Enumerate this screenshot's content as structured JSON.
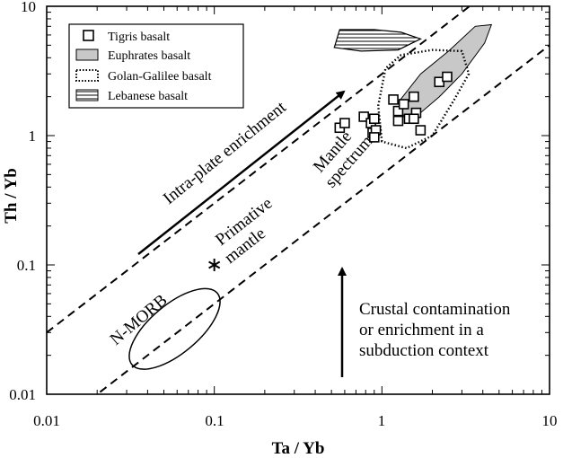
{
  "chart_data": {
    "type": "scatter",
    "xlabel": "Ta / Yb",
    "ylabel": "Th / Yb",
    "xscale": "log",
    "yscale": "log",
    "xlim": [
      0.01,
      10
    ],
    "ylim": [
      0.01,
      10
    ],
    "x_ticks": [
      "0.01",
      "0.1",
      "1",
      "10"
    ],
    "y_ticks": [
      "0.01",
      "0.1",
      "1",
      "10"
    ],
    "legend_position": "top-left",
    "legend": [
      {
        "label": "Tigris basalt",
        "symbol": "open-square"
      },
      {
        "label": "Euphrates basalt",
        "symbol": "gray-fill"
      },
      {
        "label": "Golan-Galilee basalt",
        "symbol": "dotted-outline"
      },
      {
        "label": "Lebanese basalt",
        "symbol": "hatched"
      }
    ],
    "series": [
      {
        "name": "Tigris basalt",
        "points": [
          [
            0.56,
            1.15
          ],
          [
            0.6,
            1.25
          ],
          [
            0.78,
            1.4
          ],
          [
            0.86,
            1.25
          ],
          [
            0.88,
            1.05
          ],
          [
            0.9,
            1.35
          ],
          [
            0.92,
            1.1
          ],
          [
            0.9,
            0.97
          ],
          [
            1.17,
            1.9
          ],
          [
            1.25,
            1.55
          ],
          [
            1.35,
            1.75
          ],
          [
            1.25,
            1.3
          ],
          [
            1.45,
            1.35
          ],
          [
            1.6,
            1.5
          ],
          [
            1.55,
            1.35
          ],
          [
            1.55,
            2.0
          ],
          [
            1.7,
            1.1
          ],
          [
            2.2,
            2.6
          ],
          [
            2.45,
            2.85
          ]
        ]
      }
    ],
    "fields": {
      "euphrates": [
        [
          1.35,
          1.4
        ],
        [
          1.25,
          1.8
        ],
        [
          1.7,
          3.0
        ],
        [
          2.5,
          4.5
        ],
        [
          3.6,
          7.0
        ],
        [
          4.5,
          7.2
        ],
        [
          4.1,
          5.2
        ],
        [
          3.0,
          3.0
        ],
        [
          2.2,
          2.0
        ],
        [
          1.7,
          1.5
        ]
      ],
      "golan_galilee": [
        [
          1.0,
          0.9
        ],
        [
          0.95,
          1.7
        ],
        [
          1.05,
          3.3
        ],
        [
          1.3,
          4.2
        ],
        [
          2.0,
          4.6
        ],
        [
          3.0,
          4.5
        ],
        [
          3.3,
          3.0
        ],
        [
          2.7,
          1.9
        ],
        [
          2.0,
          1.0
        ],
        [
          1.4,
          0.8
        ]
      ],
      "lebanese": [
        [
          0.56,
          6.6
        ],
        [
          0.52,
          4.8
        ],
        [
          0.75,
          4.5
        ],
        [
          1.25,
          4.6
        ],
        [
          1.7,
          5.6
        ],
        [
          1.3,
          6.3
        ],
        [
          0.9,
          6.6
        ]
      ],
      "n_morb_center": [
        0.058,
        0.032
      ]
    },
    "mantle_array": {
      "upper": [
        [
          0.01,
          0.03
        ],
        [
          10,
          30
        ]
      ],
      "lower": [
        [
          0.01,
          0.005
        ],
        [
          10,
          5
        ]
      ]
    },
    "primitive_mantle": [
      0.1,
      0.1
    ],
    "annotations": {
      "intraplate": "Intra-plate enrichment",
      "mantle_spectrum_1": "Mantle",
      "mantle_spectrum_2": "spectrum",
      "primitive_1": "Primative",
      "primitive_2": "mantle",
      "nmorb": "N-MORB",
      "crustal_1": "Crustal contamination",
      "crustal_2": "or enrichment in a",
      "crustal_3": "subduction context"
    }
  }
}
